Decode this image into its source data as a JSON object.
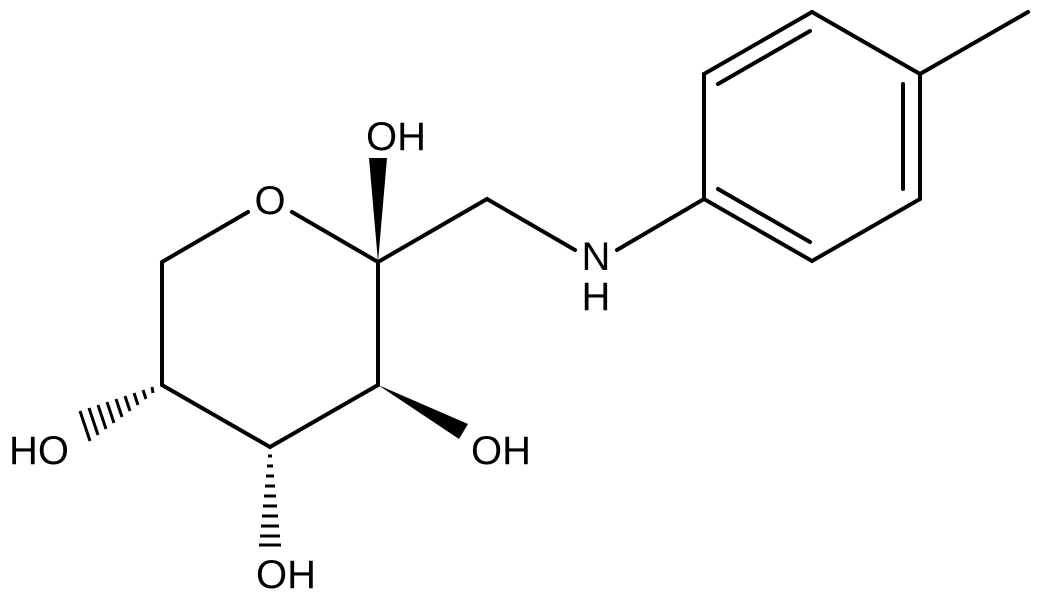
{
  "structure": {
    "atoms": {
      "ring_oxygen": "O",
      "anomeric_oh": "OH",
      "nh_n": "N",
      "nh_h": "H",
      "c3_oh": "OH",
      "c4_oh": "OH",
      "c5_oh": "HO"
    }
  },
  "colors": {
    "bond": "#000000",
    "label": "#000000",
    "background": "#ffffff"
  }
}
